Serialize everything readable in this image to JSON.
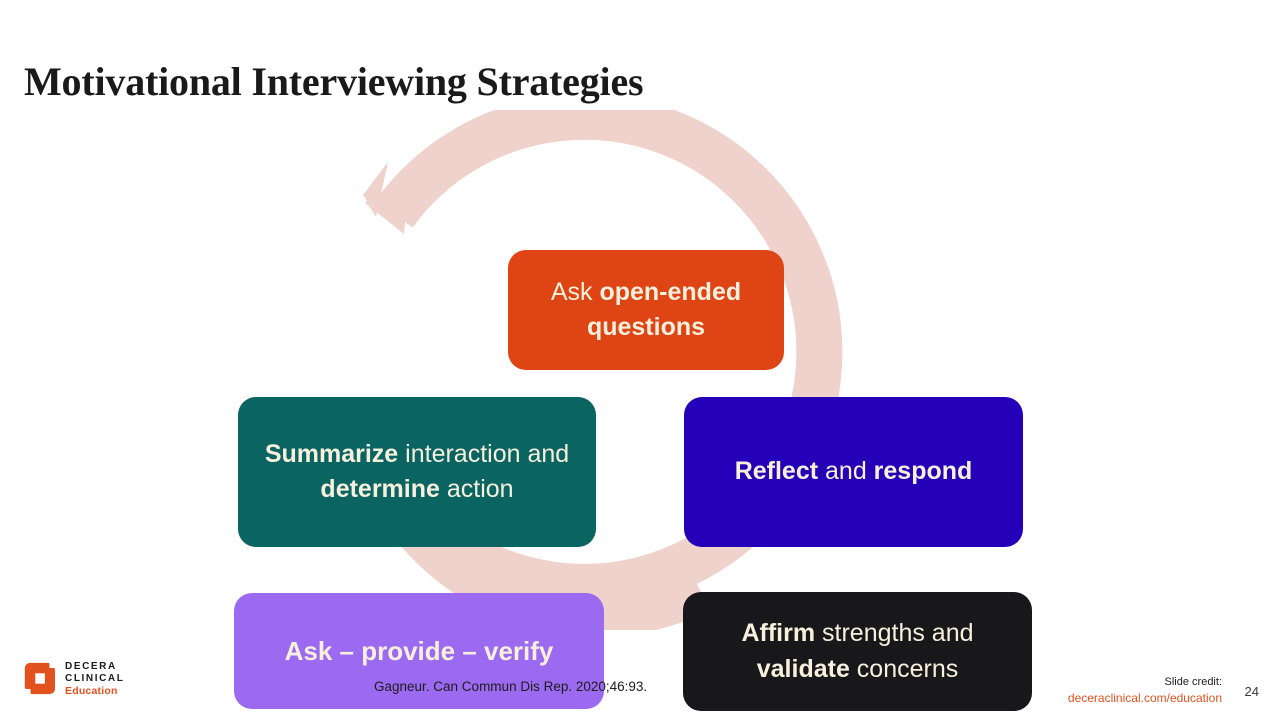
{
  "slide": {
    "title": "Motivational Interviewing Strategies",
    "page_number": "24",
    "background_color": "#ffffff"
  },
  "diagram": {
    "type": "cycle",
    "ring_color": "#f0d2cc",
    "nodes": [
      {
        "id": "ask-open-ended-questions",
        "order": 1,
        "text": "Ask open-ended questions",
        "segments": [
          {
            "text": "Ask ",
            "bold": false
          },
          {
            "text": "open-ended questions",
            "bold": true
          }
        ],
        "background_color": "#de4414",
        "text_color": "#f7f0dd"
      },
      {
        "id": "reflect-and-respond",
        "order": 2,
        "text": "Reflect and respond",
        "segments": [
          {
            "text": "Reflect",
            "bold": true
          },
          {
            "text": " and ",
            "bold": false
          },
          {
            "text": "respond",
            "bold": true
          }
        ],
        "background_color": "#2400b8",
        "text_color": "#f7f0dd"
      },
      {
        "id": "affirm-strengths-and-validate-concerns",
        "order": 3,
        "text": "Affirm strengths and validate concerns",
        "segments": [
          {
            "text": "Affirm",
            "bold": true
          },
          {
            "text": " strengths and ",
            "bold": false
          },
          {
            "text": "validate",
            "bold": true
          },
          {
            "text": " concerns",
            "bold": false
          }
        ],
        "background_color": "#18181a",
        "text_color": "#f7f0dd"
      },
      {
        "id": "ask-provide-verify",
        "order": 4,
        "text": "Ask – provide – verify",
        "segments": [
          {
            "text": "Ask – provide – verify",
            "bold": true
          }
        ],
        "background_color": "#9b6af0",
        "text_color": "#f7f0dd"
      },
      {
        "id": "summarize-interaction-and-determine-action",
        "order": 5,
        "text": "Summarize interaction and determine action",
        "segments": [
          {
            "text": "Summarize",
            "bold": true
          },
          {
            "text": " interaction and ",
            "bold": false
          },
          {
            "text": "determine",
            "bold": true
          },
          {
            "text": " action",
            "bold": false
          }
        ],
        "background_color": "#0a6461",
        "text_color": "#f7f0dd"
      }
    ]
  },
  "footer": {
    "logo": {
      "line1": "DECERA",
      "line2": "CLINICAL",
      "line3": "Education",
      "mark_color": "#e2521f",
      "text_color": "#1c1c1c"
    },
    "citation": "Gagneur. Can Commun Dis Rep. 2020;46:93.",
    "slide_credit_label": "Slide credit:",
    "slide_credit_url": "deceraclinical.com/education",
    "link_color": "#e2521f"
  }
}
